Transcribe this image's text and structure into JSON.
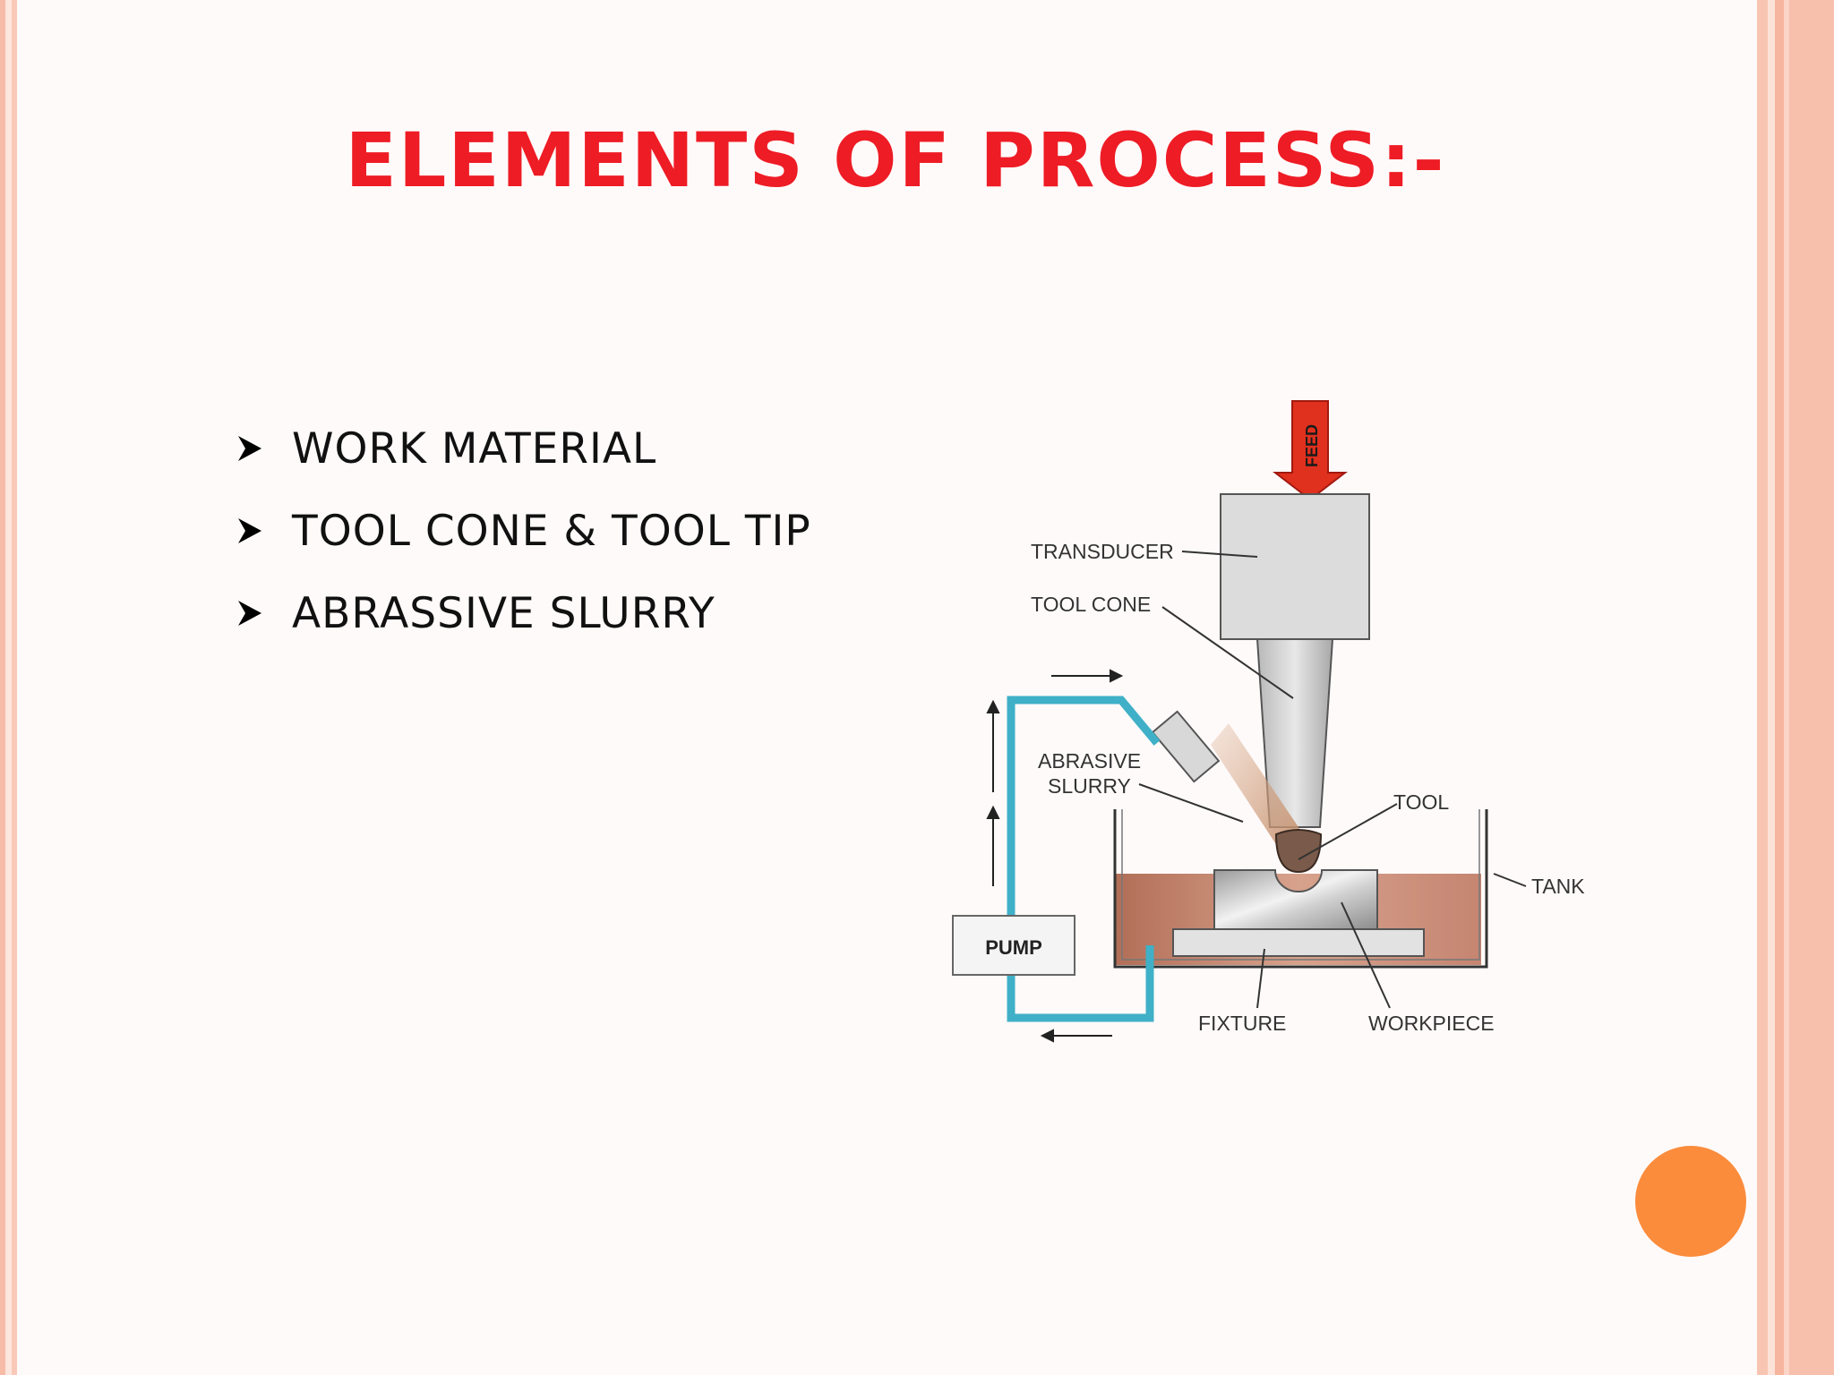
{
  "slide": {
    "title": "ELEMENTS OF PROCESS:-",
    "bullets": [
      {
        "text": "WORK MATERIAL"
      },
      {
        "text": "TOOL CONE & TOOL TIP"
      },
      {
        "text": "ABRASSIVE SLURRY"
      }
    ]
  },
  "diagram": {
    "labels": {
      "feed": "FEED",
      "transducer": "TRANSDUCER",
      "tool_cone": "TOOL CONE",
      "abrasive_line1": "ABRASIVE",
      "abrasive_line2": "SLURRY",
      "tool": "TOOL",
      "tank": "TANK",
      "pump": "PUMP",
      "fixture": "FIXTURE",
      "workpiece": "WORKPIECE"
    }
  },
  "colors": {
    "title": "#ee1c25",
    "feed_arrow": "#e0301e",
    "pipe": "#3fb0c7",
    "slurry": "#c9876b",
    "accent_dot": "#fb8c3c"
  }
}
